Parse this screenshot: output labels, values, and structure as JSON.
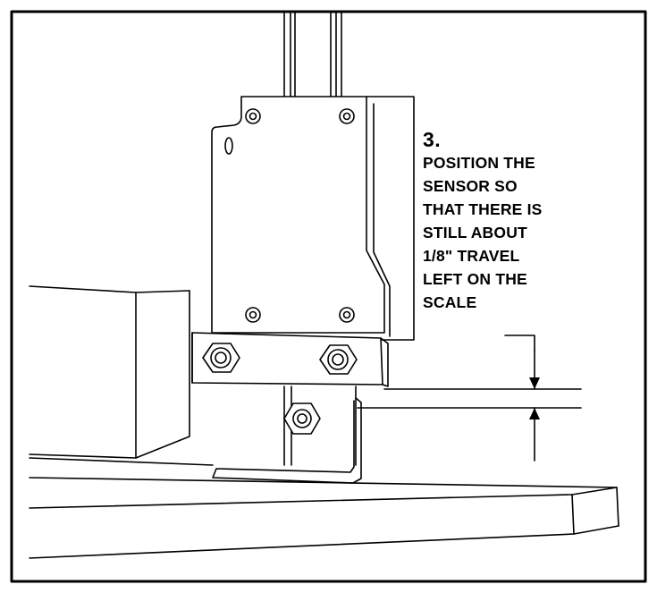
{
  "instruction": {
    "step_number": "3.",
    "lines": [
      "POSITION THE",
      "SENSOR SO",
      "THAT THERE IS",
      "STILL ABOUT",
      "1/8\" TRAVEL",
      "LEFT ON THE",
      "SCALE"
    ]
  },
  "colors": {
    "ink": "#000000",
    "background": "#ffffff"
  }
}
